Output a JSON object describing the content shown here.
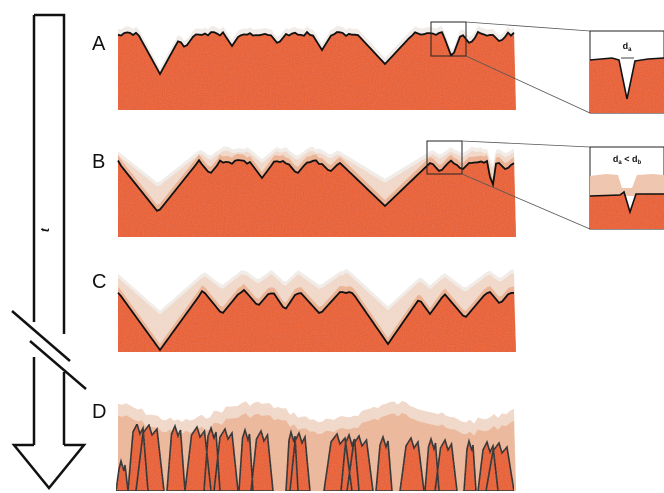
{
  "time_axis": {
    "label": "t"
  },
  "panels": [
    {
      "id": "A",
      "label": "A"
    },
    {
      "id": "B",
      "label": "B"
    },
    {
      "id": "C",
      "label": "C"
    },
    {
      "id": "D",
      "label": "D"
    }
  ],
  "insets": [
    {
      "id": "inset-a",
      "text_main": "d",
      "text_sub": "a"
    },
    {
      "id": "inset-b",
      "text_d1": "d",
      "sub1": "a",
      "op": " < ",
      "text_d2": "d",
      "sub2": "b"
    }
  ],
  "colors": {
    "substrate": "#ec5a1e",
    "substrate_dark": "#d9481a",
    "layer": "#f0b493",
    "layer_light": "#f5dccc",
    "pit": "#f1ece8",
    "outline": "#111111"
  }
}
